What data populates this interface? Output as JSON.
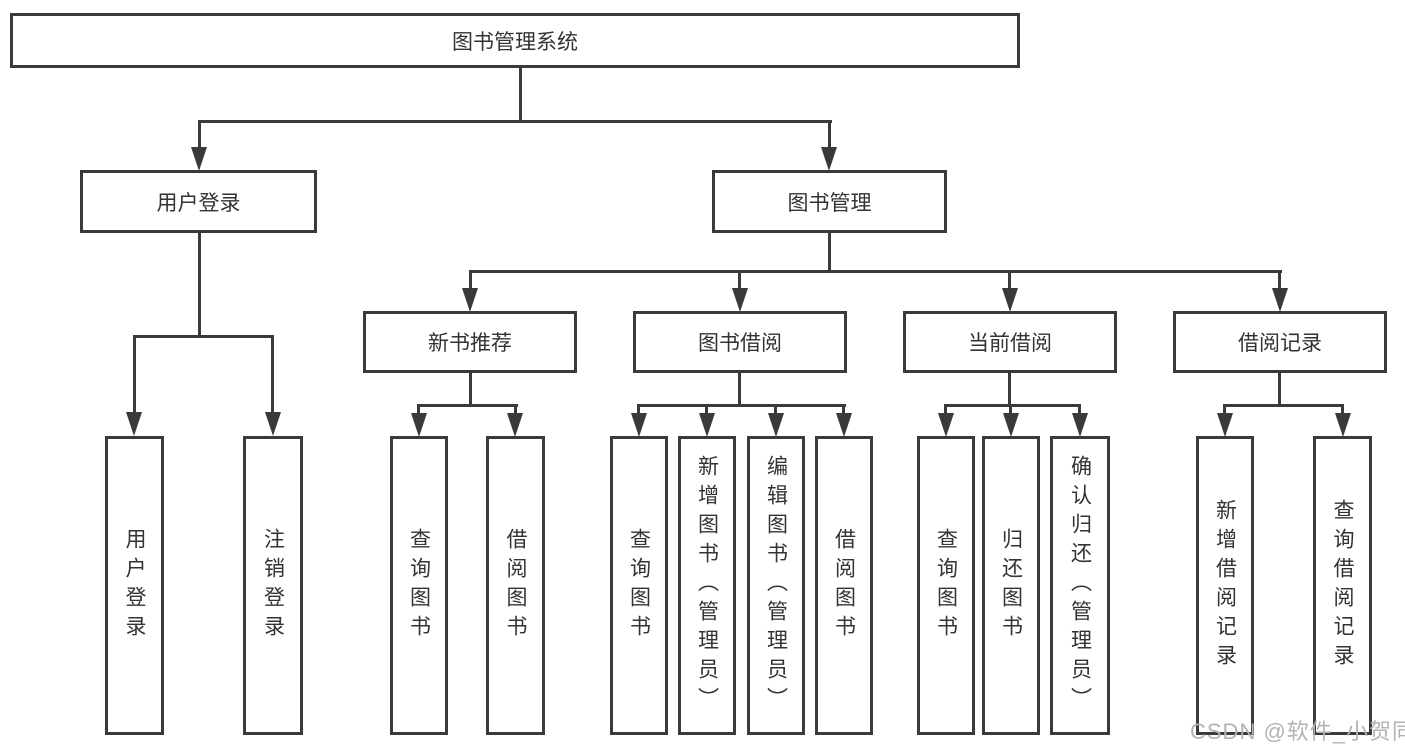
{
  "tree": {
    "label": "图书管理系统",
    "children": [
      {
        "label": "用户登录",
        "children": [
          {
            "label": "用户登录"
          },
          {
            "label": "注销登录"
          }
        ]
      },
      {
        "label": "图书管理",
        "children": [
          {
            "label": "新书推荐",
            "children": [
              {
                "label": "查询图书"
              },
              {
                "label": "借阅图书"
              }
            ]
          },
          {
            "label": "图书借阅",
            "children": [
              {
                "label": "查询图书"
              },
              {
                "label": "新增图书（管理员）"
              },
              {
                "label": "编辑图书（管理员）"
              },
              {
                "label": "借阅图书"
              }
            ]
          },
          {
            "label": "当前借阅",
            "children": [
              {
                "label": "查询图书"
              },
              {
                "label": "归还图书"
              },
              {
                "label": "确认归还（管理员）"
              }
            ]
          },
          {
            "label": "借阅记录",
            "children": [
              {
                "label": "新增借阅记录"
              },
              {
                "label": "查询借阅记录"
              }
            ]
          }
        ]
      }
    ]
  },
  "watermark": "CSDN @软件_小贺同学",
  "colors": {
    "line": "#3a3a3a",
    "background": "#ffffff",
    "watermark": "#b3b3b3"
  }
}
